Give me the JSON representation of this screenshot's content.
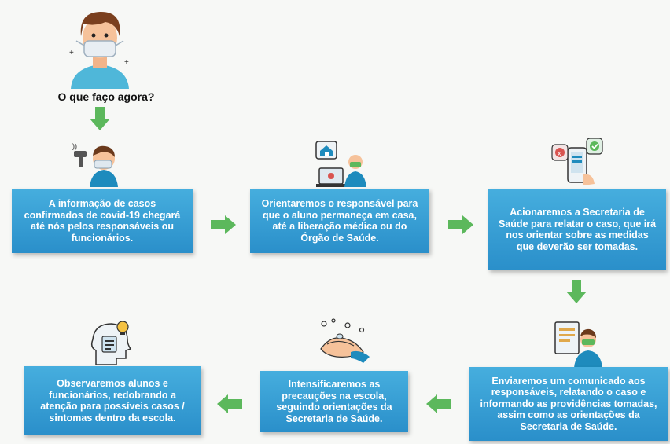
{
  "question": "O que faço agora?",
  "steps": [
    {
      "text": "A informação de casos confirmados de covid-19 chegará até nós pelos responsáveis ou funcionários."
    },
    {
      "text": "Orientaremos o responsável para que o aluno permaneça em casa, até a liberação médica ou do Órgão de Saúde."
    },
    {
      "text": "Acionaremos a Secretaria de Saúde para relatar o caso, que irá nos orientar sobre as medidas que deverão ser tomadas."
    },
    {
      "text": "Enviaremos um comunicado aos responsáveis, relatando o caso e informando as providências tomadas, assim como as orientações da Secretaria de Saúde."
    },
    {
      "text": "Intensificaremos as precauções na escola, seguindo orientações da Secretaria de Saúde."
    },
    {
      "text": "Observaremos alunos e funcionários, redobrando a atenção para possíveis casos / sintomas dentro da escola."
    }
  ],
  "colors": {
    "box": "#3aa3d8",
    "arrow": "#5cb85c"
  }
}
